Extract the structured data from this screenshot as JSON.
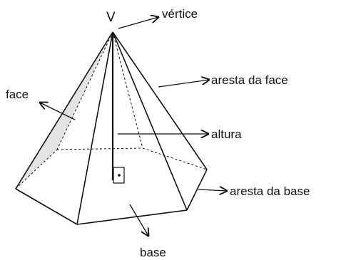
{
  "diagram": {
    "labels": {
      "vertex_letter": "V",
      "vertice": "vértice",
      "aresta_da_face": "aresta da face",
      "face": "face",
      "altura": "altura",
      "aresta_da_base": "aresta da base",
      "base": "base"
    },
    "colors": {
      "line": "#111111",
      "shaded_face": "#e3e3e3",
      "background": "#ffffff"
    }
  }
}
